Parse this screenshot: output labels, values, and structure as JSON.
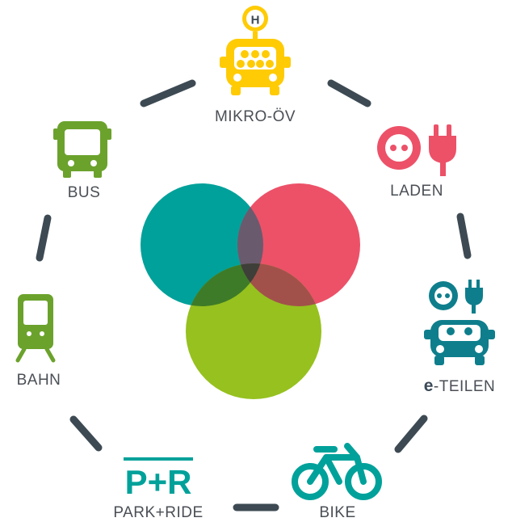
{
  "colors": {
    "teal": "#00A19A",
    "red": "#EC5168",
    "green": "#96C11F",
    "yellow": "#FFCB05",
    "dark_teal": "#0E7E8C",
    "bus_green": "#6BA22C",
    "ring": "#3D4A53",
    "label": "#4A4F55"
  },
  "nodes": {
    "mikro_ov": {
      "label": "MIKRO-ÖV",
      "badge": "H",
      "icon": "minibus-icon"
    },
    "laden": {
      "label": "LADEN",
      "icon": "socket-plug-icon"
    },
    "e_teilen": {
      "label_prefix": "e",
      "label_rest": "-TEILEN",
      "icon": "e-carsharing-icon"
    },
    "bike": {
      "label": "BIKE",
      "icon": "bicycle-icon"
    },
    "park_ride": {
      "label": "PARK+RIDE",
      "sign": "P+R",
      "icon": "park-and-ride-sign-icon"
    },
    "bahn": {
      "label": "BAHN",
      "icon": "tram-icon"
    },
    "bus": {
      "label": "BUS",
      "icon": "bus-icon"
    }
  },
  "venn": {
    "sets": 3,
    "colors": [
      "teal",
      "red",
      "green"
    ]
  }
}
